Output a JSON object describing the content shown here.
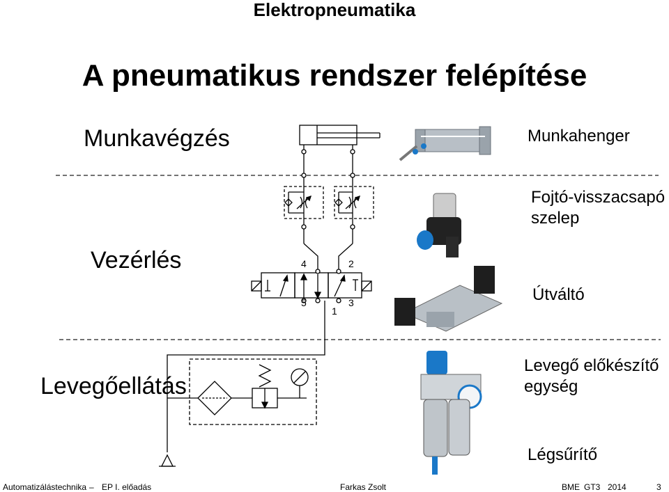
{
  "header": {
    "course": "Elektropneumatika"
  },
  "slide": {
    "title": "A pneumatikus rendszer felépítése"
  },
  "sections": {
    "work": "Munkavégzés",
    "control": "Vezérlés",
    "supply": "Levegőellátás"
  },
  "components": {
    "cylinder": "Munkahenger",
    "throttle_line1": "Fojtó-visszacsapó",
    "throttle_line2": "szelep",
    "valve": "Útváltó",
    "frl_line1": "Levegő előkészítő",
    "frl_line2": "egység",
    "compressor": "Légsűrítő"
  },
  "ports": {
    "p4": "4",
    "p2": "2",
    "p5": "5",
    "p3": "3",
    "p1": "1"
  },
  "footer": {
    "subject": "Automatizálástechnika",
    "dash": "–",
    "lecture": "EP I. előadás",
    "author": "Farkas Zsolt",
    "org": "BME",
    "group": "GT3",
    "year": "2014",
    "page": "3"
  },
  "colors": {
    "accent_blue": "#1a78c8",
    "metal": "#9aa3ab",
    "dark": "#2a2a2a"
  }
}
